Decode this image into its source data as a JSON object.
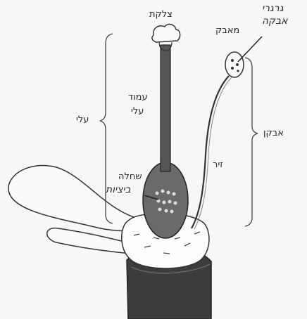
{
  "labels": {
    "stigma": "צלקת",
    "anther": "מאבק",
    "pollen_line1": "גרגרי",
    "pollen_line2": "אבקה",
    "style_line1": "עמוד",
    "style_line2": "עלי",
    "pistil": "עלי",
    "ovary": "שחלה",
    "ovules": "ביציות",
    "filament": "זיר",
    "stamen": "אבקן"
  }
}
